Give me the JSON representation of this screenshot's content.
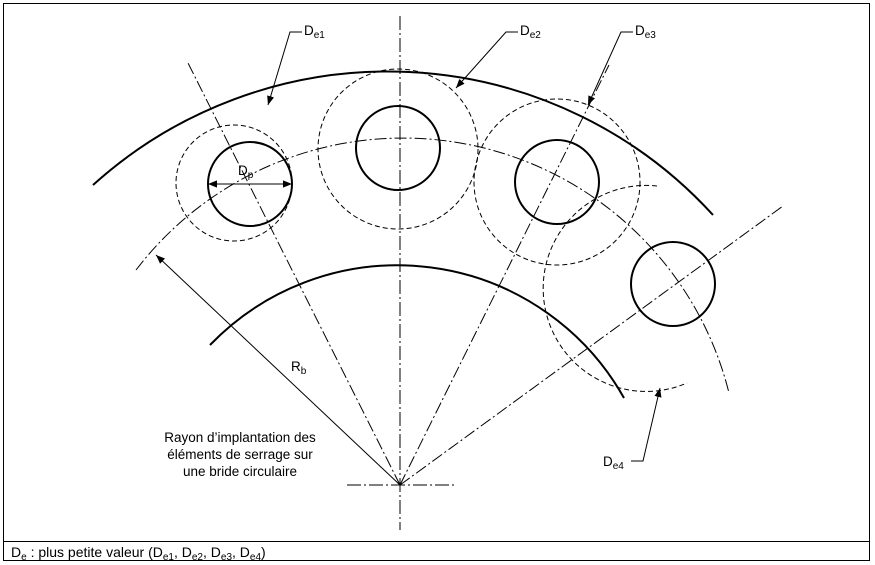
{
  "labels": {
    "de1": {
      "main": "D",
      "sub": "e1"
    },
    "de2": {
      "main": "D",
      "sub": "e2"
    },
    "de3": {
      "main": "D",
      "sub": "e3"
    },
    "de4": {
      "main": "D",
      "sub": "e4"
    },
    "dp": {
      "main": "D",
      "sub": "p"
    },
    "rb": {
      "main": "R",
      "sub": "b"
    }
  },
  "note": {
    "line1": "Rayon d’implantation des",
    "line2": "éléments de serrage sur",
    "line3": "une bride circulaire"
  },
  "caption": {
    "part1": "D",
    "part1_sub": "e",
    "part2": " : plus petite valeur (D",
    "part2_sub": "e1",
    "part3": ", D",
    "part3_sub": "e2",
    "part4": ", D",
    "part4_sub": "e3",
    "part5": ", D",
    "part5_sub": "e4",
    "part6": ")"
  }
}
